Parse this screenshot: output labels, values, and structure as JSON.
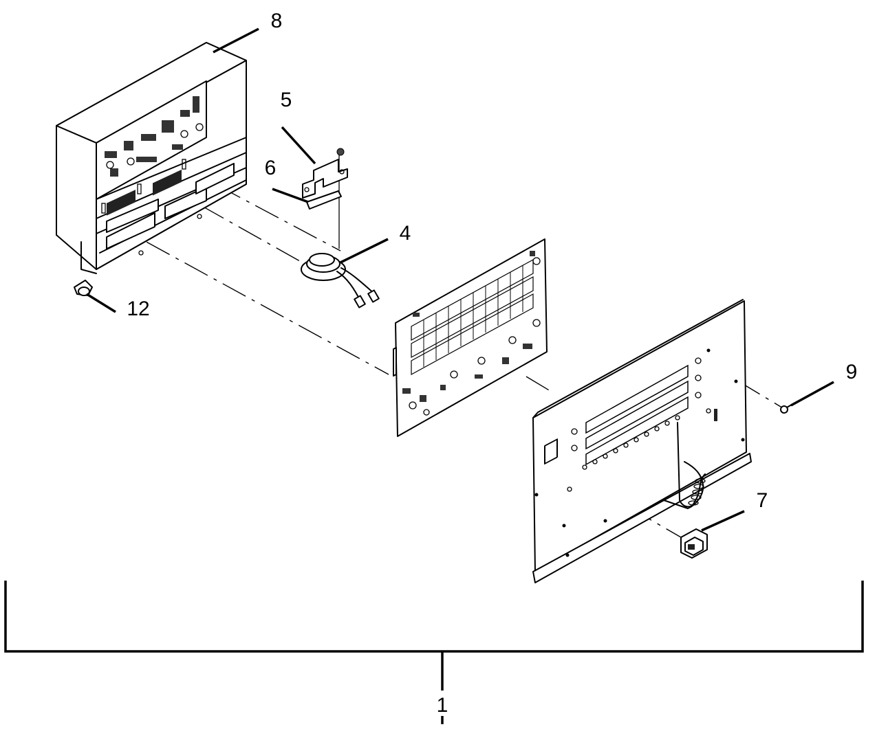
{
  "callouts": {
    "c1": "1",
    "c4": "4",
    "c5": "5",
    "c6": "6",
    "c7": "7",
    "c8": "8",
    "c9": "9",
    "c12": "12"
  }
}
